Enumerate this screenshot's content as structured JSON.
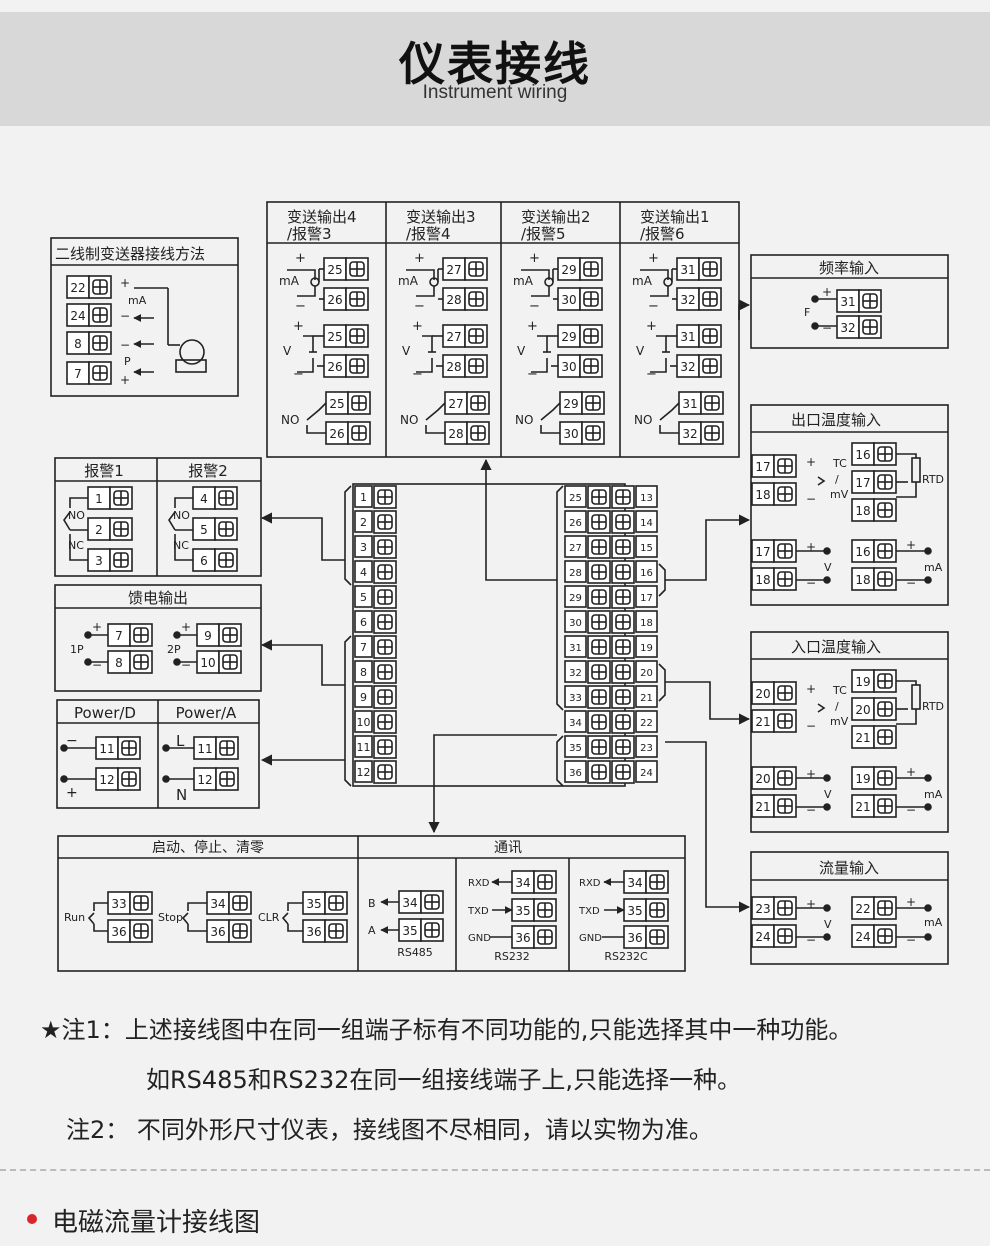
{
  "header": {
    "title": "仪表接线",
    "subtitle": "Instrument wiring"
  },
  "transmit": [
    {
      "title1": "变送输出4",
      "title2": "/报警3",
      "a": "25",
      "b": "26"
    },
    {
      "title1": "变送输出3",
      "title2": "/报警4",
      "a": "27",
      "b": "28"
    },
    {
      "title1": "变送输出2",
      "title2": "/报警5",
      "a": "29",
      "b": "30"
    },
    {
      "title1": "变送输出1",
      "title2": "/报警6",
      "a": "31",
      "b": "32"
    }
  ],
  "labels": {
    "mA": "mA",
    "V": "V",
    "NO": "NO",
    "NC": "NC",
    "P": "P",
    "F": "F",
    "RTD": "RTD",
    "TC": "TC",
    "slash": "/",
    "mV": "mV",
    "plus": "+",
    "minus": "−",
    "L": "L",
    "N": "N",
    "1P": "1P",
    "2P": "2P",
    "Run": "Run",
    "Stop": "Stop",
    "CLR": "CLR",
    "B": "B",
    "A": "A",
    "RXD": "RXD",
    "TXD": "TXD",
    "GND": "GND"
  },
  "twowire": {
    "title": "二线制变送器接线方法",
    "terminals": [
      "22",
      "24",
      "8",
      "7"
    ]
  },
  "freq": {
    "title": "频率输入",
    "terminals": [
      "31",
      "32"
    ]
  },
  "outlet_temp": {
    "title": "出口温度输入",
    "terminals": [
      "17",
      "18",
      "16",
      "17",
      "18",
      "17",
      "18",
      "16",
      "18"
    ]
  },
  "inlet_temp": {
    "title": "入口温度输入",
    "terminals": [
      "20",
      "21",
      "19",
      "20",
      "21",
      "20",
      "21",
      "19",
      "21"
    ]
  },
  "flow": {
    "title": "流量输入",
    "terminals": [
      "23",
      "24",
      "22",
      "24"
    ]
  },
  "alarm": {
    "title1": "报警1",
    "title2": "报警2",
    "terminals": [
      "1",
      "2",
      "3",
      "4",
      "5",
      "6"
    ]
  },
  "feed": {
    "title": "馈电输出",
    "terminals": [
      "7",
      "8",
      "9",
      "10"
    ]
  },
  "power": {
    "title_d": "Power/D",
    "title_a": "Power/A",
    "terminals": [
      "11",
      "12",
      "11",
      "12"
    ]
  },
  "block_left": [
    "1",
    "2",
    "3",
    "4",
    "5",
    "6",
    "7",
    "8",
    "9",
    "10",
    "11",
    "12"
  ],
  "block_right_a": [
    "25",
    "26",
    "27",
    "28",
    "29",
    "30",
    "31",
    "32",
    "33",
    "34",
    "35",
    "36"
  ],
  "block_right_b": [
    "13",
    "14",
    "15",
    "16",
    "17",
    "18",
    "19",
    "20",
    "21",
    "22",
    "23",
    "24"
  ],
  "bottom": {
    "start_title": "启动、停止、清零",
    "comm_title": "通讯",
    "start_terms": [
      "33",
      "36",
      "34",
      "36",
      "35",
      "36"
    ],
    "rs485": {
      "label": "RS485",
      "terms": [
        "34",
        "35"
      ]
    },
    "rs232": {
      "label": "RS232",
      "terms": [
        "34",
        "35",
        "36"
      ]
    },
    "rs232c": {
      "label": "RS232C",
      "terms": [
        "34",
        "35",
        "36"
      ]
    }
  },
  "notes": {
    "n1": "★注1：上述接线图中在同一组端子标有不同功能的,只能选择其中一种功能。",
    "n1b": "如RS485和RS232在同一组接线端子上,只能选择一种。",
    "n2": "注2： 不同外形尺寸仪表，接线图不尽相同，请以实物为准。"
  },
  "section_title": "电磁流量计接线图",
  "colors": {
    "accent": "#d9252b",
    "header_bg": "#d8d8d8",
    "page_bg": "#f2f2f2"
  }
}
